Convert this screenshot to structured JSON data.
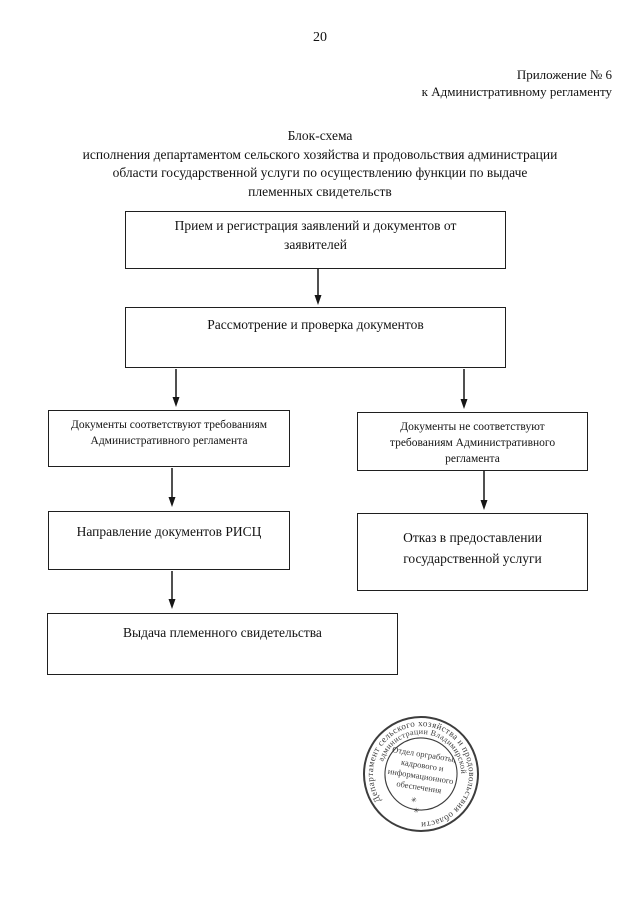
{
  "page": {
    "number": "20"
  },
  "appendix": {
    "line1": "Приложение № 6",
    "line2": "к Административному регламенту"
  },
  "title": {
    "lines": [
      "Блок-схема",
      "исполнения департаментом сельского хозяйства и продовольствия администрации",
      "области государственной услуги по осуществлению функции по выдаче",
      "племенных свидетельств"
    ]
  },
  "flowchart": {
    "boxes": [
      {
        "id": "reception",
        "text": "Прием и регистрация заявлений и документов от заявителей"
      },
      {
        "id": "review",
        "text": "Рассмотрение и проверка документов"
      },
      {
        "id": "docs-comply",
        "text": "Документы соответствуют требованиям Административного регламента"
      },
      {
        "id": "docs-not-comply",
        "text": "Документы не соответствуют требованиям Административного регламента"
      },
      {
        "id": "send-risc",
        "text": "Направление документов РИСЦ"
      },
      {
        "id": "refusal",
        "text": "Отказ в предоставлении государственной услуги"
      },
      {
        "id": "issue-certificate",
        "text": "Выдача племенного свидетельства"
      }
    ]
  },
  "stamp": {
    "outer_ring_text": "Департамент сельского хозяйства и продовольствия области",
    "inner_arc_text": "администрации Владимирской",
    "center_lines": [
      "Отдел оргработы,",
      "кадрового и",
      "информационного",
      "обеспечения"
    ],
    "asterisk": "✳",
    "ink_color": "#3d3d3d"
  },
  "colors": {
    "ink": "#121212",
    "box_border": "#1f1f1f",
    "paper": "#ffffff"
  }
}
